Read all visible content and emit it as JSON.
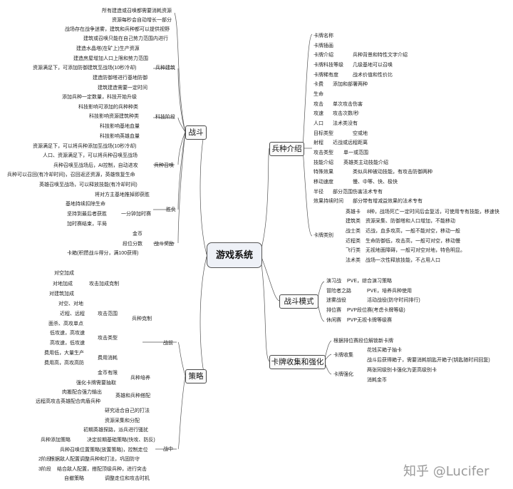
{
  "root": "游戏系统",
  "watermark": "知乎 @Lucifer",
  "battle": {
    "label": "战斗",
    "top": [
      "所有建造或召唤都需要消耗资源",
      "资源每秒会自动增长一部分",
      "战场存在战争迷雾，建筑和兵种都可以提供视野",
      "建筑或召唤只能在自己势力范围内进行"
    ],
    "build": {
      "label": "兵种建筑",
      "items": [
        "建造水晶塔(在矿上)生产资源",
        "建造房屋增加人口上限和势力范围",
        "资源满足下，可添加防御建筑至战场(10秒冷却)",
        "建造防御塔进行基地防御",
        "建筑建造需要一定时间"
      ]
    },
    "tech": {
      "label": "科技阶段",
      "items": [
        "添加兵种一定数量，科技开始升级",
        "科技影响可添加的兵种种类",
        "科技影响资源建筑种类",
        "科技影响基地血量",
        "科技影响英雄血量"
      ]
    },
    "summon": {
      "label": "兵种召唤",
      "items": [
        "资源满足下，可以将兵种添加至战场(10秒冷却)",
        "人口、资源满足下，可以将兵种召唤至战场",
        "兵种召唤至战场后，AI控制，自动进攻",
        "兵种可以召回(有冷却时间)，召回返还资源，英雄恢复生命",
        "英雄召唤至战场，可以释放技能(有冷却时间)"
      ]
    },
    "win": {
      "label": "胜负",
      "top": "将对方主基地推掉即获胜",
      "sub_label": "一分钟加时赛",
      "sub": [
        "基地持续扣除生命",
        "坚持到最后者获胜",
        "加时赛结束，平局"
      ]
    },
    "reward": {
      "label": "战斗奖励",
      "items": [
        "金币",
        "段位分数",
        "卡箱(积攒战斗得分，满100获得)"
      ]
    }
  },
  "strategy": {
    "label": "策略",
    "pre": {
      "label": "战前",
      "restrict": {
        "label": "兵种克制",
        "boost": {
          "label": "攻击加成克制",
          "items": [
            "对空加成",
            "对地加成",
            "对建筑加成"
          ]
        },
        "range": {
          "label": "攻击范围",
          "items": [
            "对空、对地",
            "近程、远程",
            "面杀、高攻单点"
          ]
        },
        "type": {
          "label": "攻击类型",
          "items": [
            "低攻速，高攻速",
            "高攻速，低攻速"
          ]
        },
        "cost": {
          "label": "费用消耗",
          "items": [
            "费用低，大量生产",
            "费用高，高攻高防"
          ]
        }
      },
      "train": {
        "label": "兵种培养",
        "items": [
          "金币有限",
          "强化卡牌需要抽取"
        ]
      },
      "combo": {
        "label": "英雄和兵种搭配",
        "items": [
          "肉搬配合强力输出",
          "远程高攻击英雄配合肉盾兵种"
        ]
      },
      "tactics": "研究适合自己的打法"
    },
    "mid": {
      "label": "战中",
      "items": [
        "资源采集和分配",
        "初期英雄探路，派兵进行骚扰",
        "决定前期基础策略(快攻、防反)",
        "兵种召唤位置策略(放置策略)，控制走位",
        "根据敌人配置调整兵种和打法，巩固防守",
        "结合敌人配置，搭配顶级兵种，进行突击",
        "调整走位和攻击时机"
      ],
      "extra": [
        "兵种添加策略",
        "2阶段",
        "3阶段",
        "自撤策略"
      ]
    }
  },
  "units": {
    "label": "兵种介绍",
    "rows": [
      {
        "k": "卡牌名称",
        "v": ""
      },
      {
        "k": "卡牌插画",
        "v": ""
      },
      {
        "k": "卡牌介绍",
        "v": "兵种背景和特性文字介绍"
      },
      {
        "k": "卡牌科技等级",
        "v": "几级基地可以召唤"
      },
      {
        "k": "卡牌稀有度",
        "v": "战术价值和性价比"
      },
      {
        "k": "卡费",
        "v": "添加和部署两种"
      },
      {
        "k": "生命",
        "v": ""
      },
      {
        "k": "攻击",
        "v": "单次攻击伤害"
      },
      {
        "k": "攻速",
        "v": "攻击次数/秒"
      },
      {
        "k": "人口",
        "v": "法术类没有"
      },
      {
        "k": "目标类型",
        "v": "空或地"
      },
      {
        "k": "射程",
        "v": "近战或远程距离"
      },
      {
        "k": "攻击类型",
        "v": "单一或范围"
      },
      {
        "k": "技能介绍",
        "v": "英雄类主动技能介绍"
      },
      {
        "k": "特殊效果",
        "v": "类似兵种被动技能，有攻击防御两种"
      },
      {
        "k": "移动速度",
        "v": "慢、中等、快、极快"
      },
      {
        "k": "半径",
        "v": "部分范围伤害法术专有"
      },
      {
        "k": "效果持续时间",
        "v": "部分带有增减益效果的法术专有"
      }
    ],
    "classes": {
      "label": "卡牌类别",
      "rows": [
        {
          "k": "英雄卡",
          "v": "8种，战场死亡一定时间后会复活，可使用专有技能，移速快"
        },
        {
          "k": "建筑类",
          "v": "资源采集、防御塔和人口增加，不能移动"
        },
        {
          "k": "战士类",
          "v": "近战，血多攻高，一般不能对空，移动一般"
        },
        {
          "k": "近程类",
          "v": "生命防御低，攻击高，一般可对空，移动慢"
        },
        {
          "k": "飞行类",
          "v": "无视地面障碍，一般可对空对地，特色明显。"
        },
        {
          "k": "法术类",
          "v": "战场一次性释放技能，不占用人口"
        }
      ]
    }
  },
  "modes": {
    "label": "战斗模式",
    "rows": [
      {
        "k": "演习战",
        "v": "PVE，综合演习策略"
      },
      {
        "k": "冒险者之路",
        "v": "PVE，培养兵种使用"
      },
      {
        "k": "迷雾战役",
        "v": "活动战役(防守时间排行)"
      },
      {
        "k": "排位赛",
        "v": "PVP段位赛(考虑卡牌等级)"
      },
      {
        "k": "休闲赛",
        "v": "PVP无视卡牌等级赛"
      }
    ]
  },
  "cards": {
    "label": "卡牌收集和强化",
    "top": "根据排位赛段位解锁新卡牌",
    "collect": {
      "label": "卡牌收集",
      "items": [
        "花钱买箱子抽卡",
        "战斗后获得箱子，需要消耗钥匙开箱子(钥匙随时间回复)"
      ]
    },
    "enhance": {
      "label": "卡牌强化",
      "items": [
        "两张同级别卡强化为更高级别卡",
        "消耗金币"
      ]
    }
  }
}
